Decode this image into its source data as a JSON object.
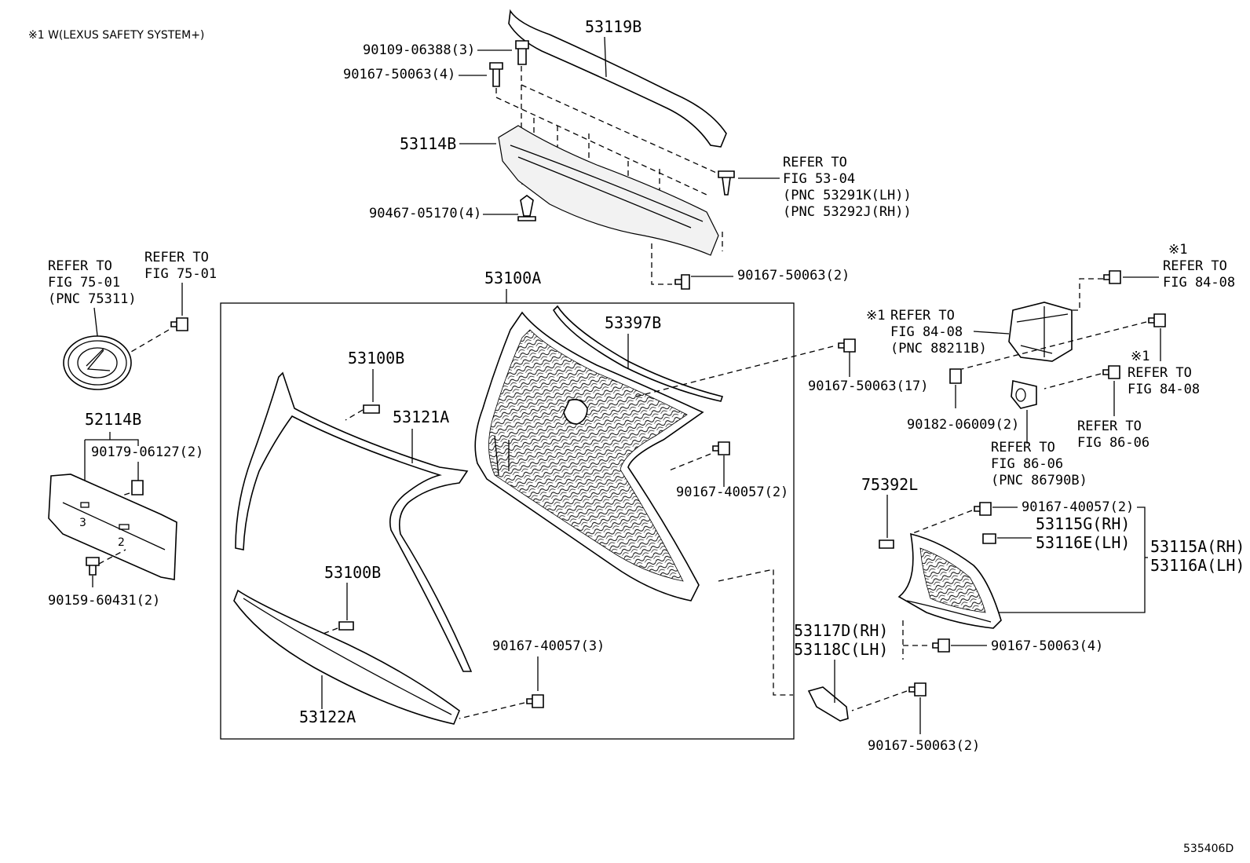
{
  "note": "※1 W(LEXUS SAFETY SYSTEM+)",
  "diagram_id": "535406D",
  "labels": {
    "l53119B": "53119B",
    "l90109": "90109-06388(3)",
    "l90167_4a": "90167-50063(4)",
    "l53114B": "53114B",
    "refer5304_1": "REFER TO",
    "refer5304_2": "FIG 53-04",
    "refer5304_3": "(PNC 53291K(LH))",
    "refer5304_4": "(PNC 53292J(RH))",
    "l90467": "90467-05170(4)",
    "l90167_2a": "90167-50063(2)",
    "refer7501a_1": "REFER TO",
    "refer7501a_2": "FIG 75-01",
    "refer7501a_3": "(PNC 75311)",
    "refer7501b_1": "REFER TO",
    "refer7501b_2": "FIG 75-01",
    "l53100A": "53100A",
    "l53397B": "53397B",
    "l53100B_1": "53100B",
    "l53121A": "53121A",
    "l52114B": "52114B",
    "l90179": "90179-06127(2)",
    "l90159": "90159-60431(2)",
    "l53100B_2": "53100B",
    "l53122A": "53122A",
    "l90167_40057_3": "90167-40057(3)",
    "l90167_40057_2a": "90167-40057(2)",
    "l90167_17": "90167-50063(17)",
    "star1a": "※1",
    "refer8408a_1": "REFER TO",
    "refer8408a_2": "FIG 84-08",
    "star1b": "※1",
    "refer8408b_1": "REFER TO",
    "refer8408b_2": "FIG 84-08",
    "refer8408b_3": "(PNC 88211B)",
    "star1c": "※1",
    "refer8408c_1": "REFER TO",
    "refer8408c_2": "FIG 84-08",
    "l90182": "90182-06009(2)",
    "refer8606a_1": "REFER TO",
    "refer8606a_2": "FIG 86-06",
    "refer8606b_1": "REFER TO",
    "refer8606b_2": "FIG 86-06",
    "refer8606b_3": "(PNC 86790B)",
    "l75392L": "75392L",
    "l90167_40057_2b": "90167-40057(2)",
    "l53115G": "53115G(RH)",
    "l53116E": "53116E(LH)",
    "l53115A": "53115A(RH)",
    "l53116A": "53116A(LH)",
    "l53117D": "53117D(RH)",
    "l53118C": "53118C(LH)",
    "l90167_4b": "90167-50063(4)",
    "l90167_2b": "90167-50063(2)"
  }
}
